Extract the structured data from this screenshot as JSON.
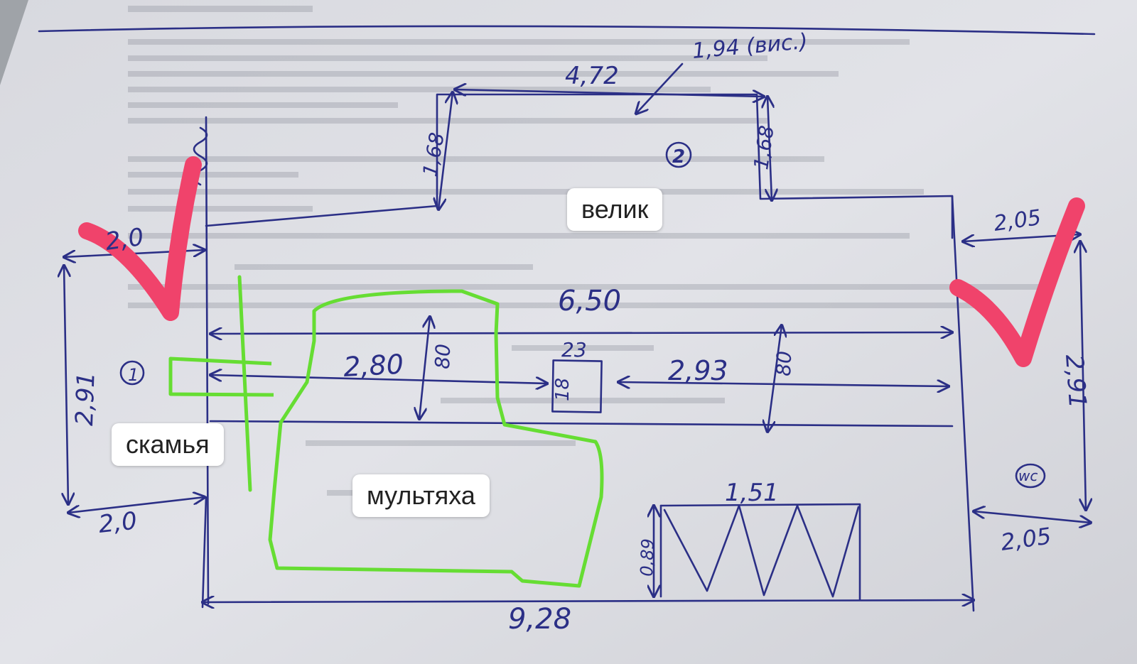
{
  "labels": {
    "bike": "велик",
    "bench": "скамья",
    "multi": "мультяха"
  },
  "dimensions": {
    "top_width": "4,72",
    "top_note": "1,94 (вис.)",
    "top_left_h": "1,68",
    "top_right_h": "1,68",
    "zone2": "2",
    "left_top_w": "2,0",
    "left_h": "2,91",
    "left_bottom_w": "2,0",
    "zone1": "1",
    "main_w": "6,50",
    "inner_w": "2,80",
    "inner_h1": "80",
    "post_w": "23",
    "post_h": "18",
    "right_inner_w": "2,93",
    "inner_h2": "80",
    "right_top_w": "2,05",
    "right_h": "2,91",
    "right_bottom_w": "2,05",
    "wc": "wc",
    "rack_w": "1,51",
    "rack_h": "0,89",
    "bottom_w": "9,28"
  },
  "colors": {
    "ink": "#2b2f86",
    "check": "#f0436b",
    "outline": "#66dd33",
    "paper": "#dcdde3"
  }
}
